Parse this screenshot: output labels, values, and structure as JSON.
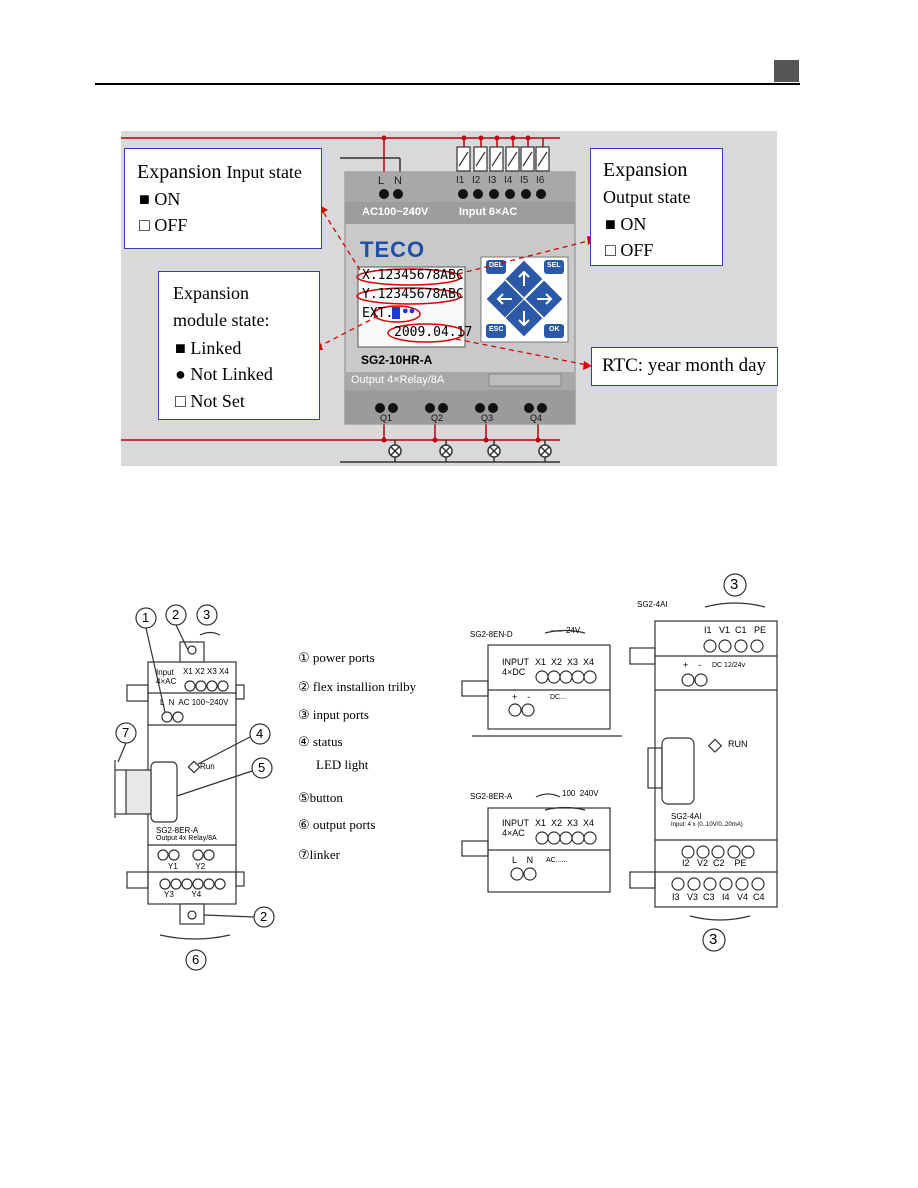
{
  "header": {
    "page_marker": ""
  },
  "figure1": {
    "terminals_top": [
      "L",
      "N",
      "I1",
      "I2",
      "I3",
      "I4",
      "I5",
      "I6"
    ],
    "supply_label": "AC100~240V",
    "input_label": "Input 6×AC",
    "brand": "TECO",
    "lcd_lines": [
      "X.12345678ABC",
      "Y.12345678ABC",
      "EXT."
    ],
    "lcd_date": "2009.04.17",
    "model": "SG2-10HR-A",
    "output_label": "Output 4×Relay/8A",
    "outputs": [
      "Q1",
      "Q2",
      "Q3",
      "Q4"
    ],
    "keys": {
      "del": "DEL",
      "sel": "SEL",
      "esc": "ESC",
      "ok": "OK"
    },
    "callout_input": {
      "title1": "Expansion",
      "title2": "Input state",
      "on": "■  ON",
      "off": "□  OFF"
    },
    "callout_output": {
      "title1": "Expansion",
      "title2": "Output state",
      "on": "■   ON",
      "off": "□   OFF"
    },
    "callout_module": {
      "title1": "Expansion",
      "title2": "module state:",
      "linked": "■   Linked",
      "not_linked": "●   Not Linked",
      "not_set": "□   Not Set"
    },
    "callout_rtc": "RTC: year month day"
  },
  "figure2": {
    "legend": [
      "① power ports",
      "② flex installion trilby",
      "③ input ports",
      "④ status",
      "LED light",
      "⑤button",
      "⑥ output ports",
      "⑦linker"
    ],
    "left_module": {
      "input_label": "Input 4×AC",
      "x_labels": "X1 X2 X3 X4",
      "power_label": "L  N  AC 100~240V",
      "run": "Run",
      "model": "SG2-8ER-A",
      "output_label": "Output 4x Relay/8A",
      "y_top": "Y1        Y2",
      "y_bottom": "Y3        Y4",
      "callouts": [
        "1",
        "2",
        "3",
        "4",
        "5",
        "6",
        "7",
        "2"
      ]
    },
    "mod_dc": {
      "title": "SG2-8EN-D",
      "supply": "24V",
      "input": "INPUT",
      "input2": "4×DC",
      "x": "X1  X2  X3  X4",
      "power": "+    -",
      "dc": "DC..."
    },
    "mod_ac": {
      "title": "SG2-8ER-A",
      "supply": "100  240V",
      "input": "INPUT",
      "input2": "4×AC",
      "x": "X1  X2  X3  X4",
      "power": "L    N",
      "ac": "AC......"
    },
    "mod_ai": {
      "title": "SG2-4AI",
      "callout": "3",
      "top_ports": "I1   V1  C1   PE",
      "power": "+    -",
      "dc": "DC 12/24v",
      "run": "RUN",
      "model": "SG2-4AI",
      "desc": "Input: 4 x (0..10V/0..20mA)",
      "mid_ports": "I2   V2  C2    PE",
      "bottom_ports": "I3   V3  C3   I4   V4  C4",
      "callout_bottom": "3"
    }
  }
}
